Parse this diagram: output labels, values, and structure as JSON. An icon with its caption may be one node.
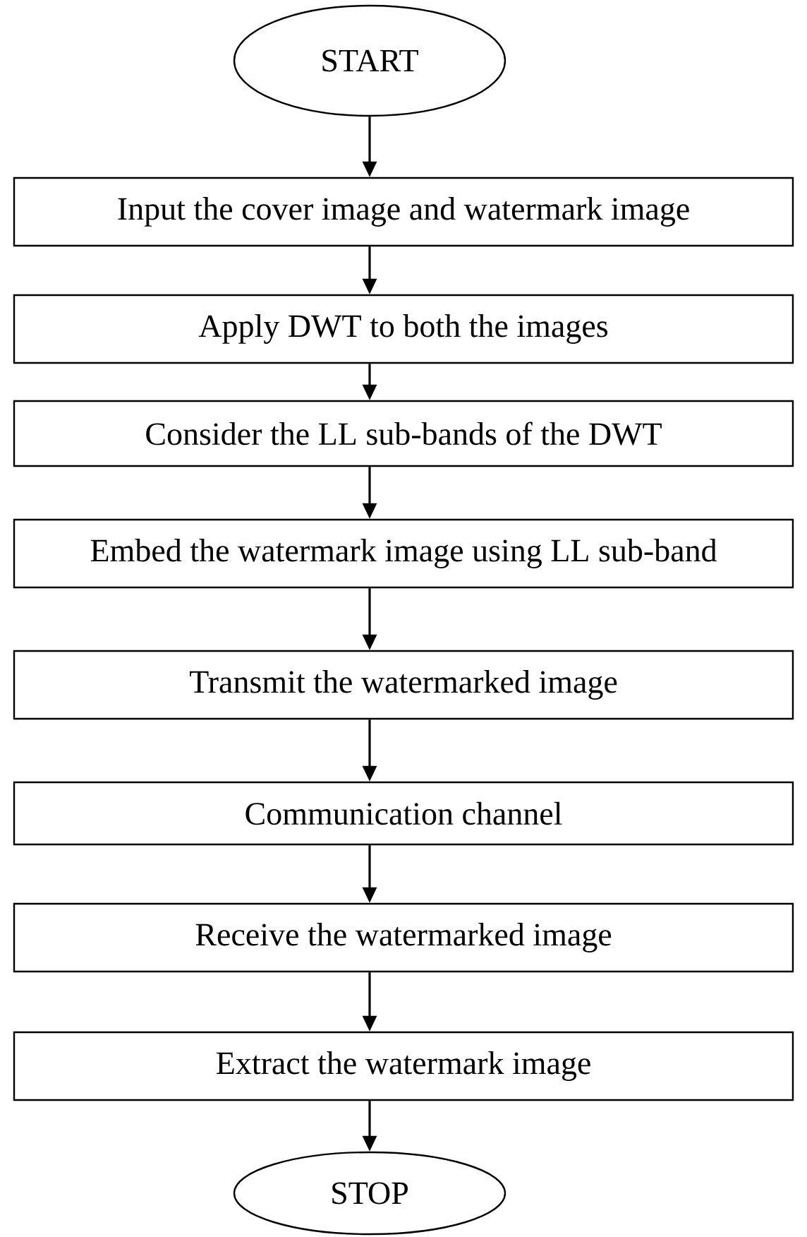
{
  "diagram": {
    "nodes": [
      {
        "text": [
          "START"
        ]
      },
      {
        "text": [
          "Input the cover image and watermark image"
        ]
      },
      {
        "text": [
          "Apply DWT to both the images"
        ]
      },
      {
        "text": [
          "Consider the LL sub-bands of the DWT"
        ]
      },
      {
        "text": [
          "Embed the watermark image using LL sub-band"
        ]
      },
      {
        "text": [
          "Transmit the watermarked image"
        ]
      },
      {
        "text": [
          "Communication channel"
        ]
      },
      {
        "text": [
          "Receive the watermarked image"
        ]
      },
      {
        "text": [
          "Extract the watermark image"
        ]
      },
      {
        "text": [
          "STOP"
        ]
      }
    ],
    "edges": [
      {
        "from": 0,
        "to": 1,
        "arrow": "to"
      },
      {
        "from": 1,
        "to": 2,
        "arrow": "to"
      },
      {
        "from": 2,
        "to": 3,
        "arrow": "to"
      },
      {
        "from": 3,
        "to": 4,
        "arrow": "to"
      },
      {
        "from": 4,
        "to": 5,
        "arrow": "to"
      },
      {
        "from": 5,
        "to": 6,
        "arrow": "to"
      },
      {
        "from": 6,
        "to": 7,
        "arrow": "to"
      },
      {
        "from": 7,
        "to": 8,
        "arrow": "to"
      },
      {
        "from": 8,
        "to": 9,
        "arrow": "to"
      }
    ]
  }
}
